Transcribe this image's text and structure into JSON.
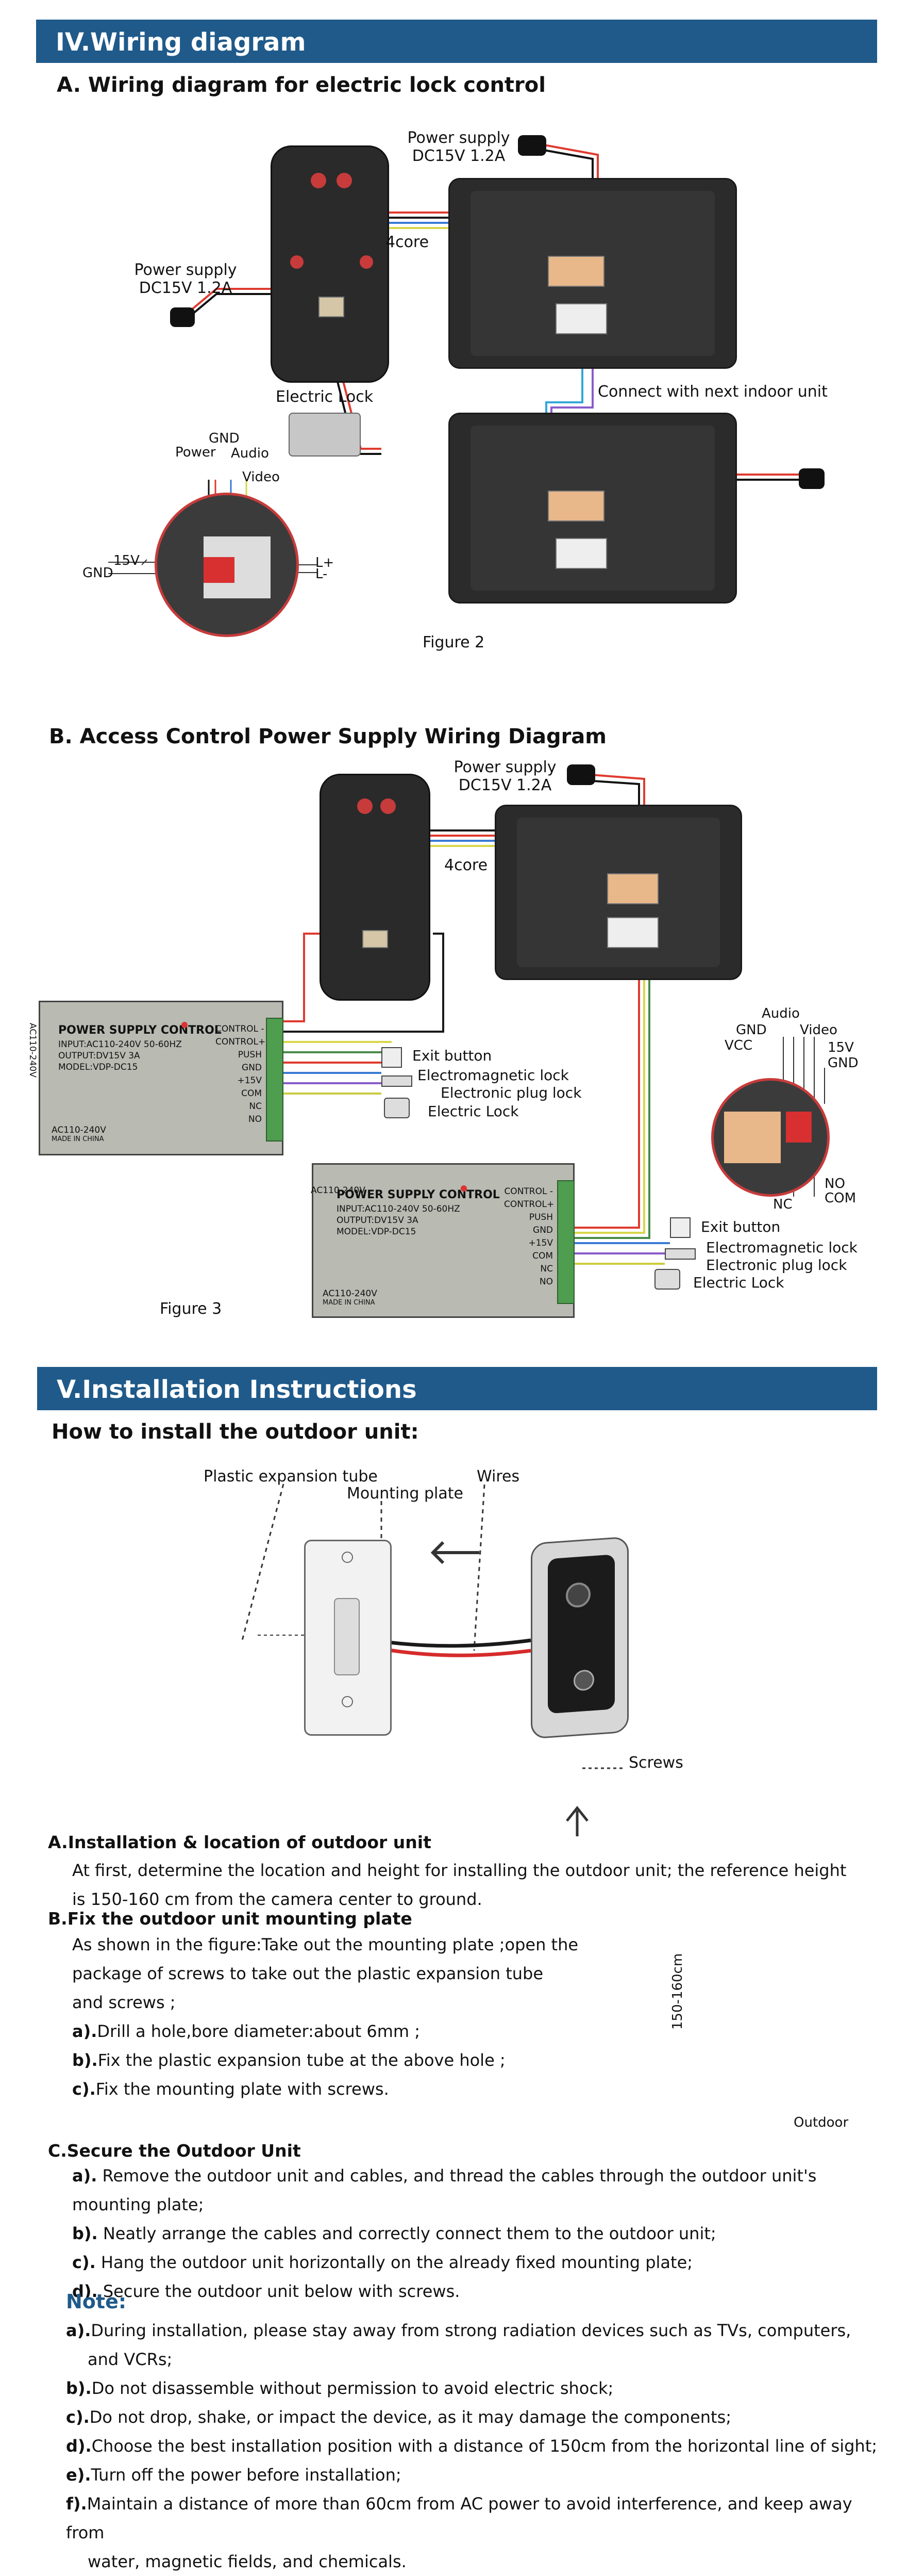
{
  "s4": {
    "banner": "IV.Wiring diagram",
    "secA": "A. Wiring diagram for electric lock control",
    "secB": "B. Access Control Power Supply Wiring Diagram",
    "fig2": "Figure 2",
    "fig3": "Figure 3",
    "power_a": "Power supply",
    "power_b": "DC15V 1.2A",
    "four_core": "4core",
    "electric_lock": "Electric Lock",
    "connect_next": "Connect with next indoor unit",
    "gnd": "GND",
    "power": "Power",
    "audio": "Audio",
    "video": "Video",
    "v15": "15V",
    "lplus": "L+",
    "lminus": "L-",
    "psu_title": "POWER SUPPLY CONTROL",
    "psu_input": "INPUT:AC110-240V 50-60HZ",
    "psu_output": "OUTPUT:DV15V 3A",
    "psu_model": "MODEL:VDP-DC15",
    "psu_ac": "AC110-240V",
    "psu_made": "MADE IN CHINA",
    "psu_side": "AC110-240V",
    "psu_terms": [
      "CONTROL -",
      "CONTROL+",
      "PUSH",
      "GND",
      "+15V",
      "COM",
      "NC",
      "NO"
    ],
    "exit_button": "Exit button",
    "em_lock": "Electromagnetic lock",
    "ep_lock": "Electronic plug lock",
    "e_lock": "Electric Lock",
    "vcc": "VCC",
    "v15b": "15V",
    "no": "NO",
    "nc": "NC",
    "com": "COM"
  },
  "s5": {
    "banner": "V.Installation Instructions",
    "how": "How to install the outdoor unit:",
    "plastic_tube": "Plastic expansion tube",
    "wires": "Wires",
    "mounting_plate": "Mounting plate",
    "screws": "Screws",
    "a_title": "A.Installation & location of outdoor unit",
    "a_text": "At first, determine the location and height for installing the outdoor unit; the reference height is 150-160 cm from the camera center to ground.",
    "b_title": "B.Fix the outdoor unit mounting plate",
    "b_l1": "As shown in the figure:Take out the mounting plate ;open the",
    "b_l2": "package of screws to take out the plastic expansion tube",
    "b_l3": "and screws ;",
    "b_a_lab": "a).",
    "b_a": "Drill a hole,bore diameter:about 6mm ;",
    "b_b_lab": "b).",
    "b_b": "Fix the plastic expansion tube at the above hole ;",
    "b_c_lab": "c).",
    "b_c": "Fix the mounting plate with screws.",
    "height": "150-160cm",
    "outdoor": "Outdoor",
    "c_title": "C.Secure the Outdoor Unit",
    "c_a_lab": "a).",
    "c_a1": "Remove the outdoor unit and cables, and thread the cables through the outdoor unit's",
    "c_a2": "mounting plate;",
    "c_b_lab": "b).",
    "c_b": "Neatly arrange the cables and correctly connect them to the outdoor unit;",
    "c_c_lab": "c).",
    "c_c": "Hang the outdoor unit horizontally on the already fixed mounting plate;",
    "c_d_lab": "d).",
    "c_d": "Secure the outdoor unit below with screws.",
    "note": "Note:",
    "n_a_lab": "a).",
    "n_a1": "During installation, please stay away from strong radiation  devices such as TVs, computers,",
    "n_a2": "and VCRs;",
    "n_b_lab": "b).",
    "n_b": "Do not disassemble without permission to avoid electric shock;",
    "n_c_lab": "c).",
    "n_c": "Do not drop, shake, or impact the device, as it may damage the components;",
    "n_d_lab": "d).",
    "n_d": "Choose the best installation position with a distance of 150cm from the horizontal line of sight;",
    "n_e_lab": "e).",
    "n_e": "Turn off the power before installation;",
    "n_f_lab": "f).",
    "n_f1": "Maintain a distance of more than 60cm from AC power to avoid interference, and keep away from",
    "n_f2": "water, magnetic fields, and chemicals."
  }
}
